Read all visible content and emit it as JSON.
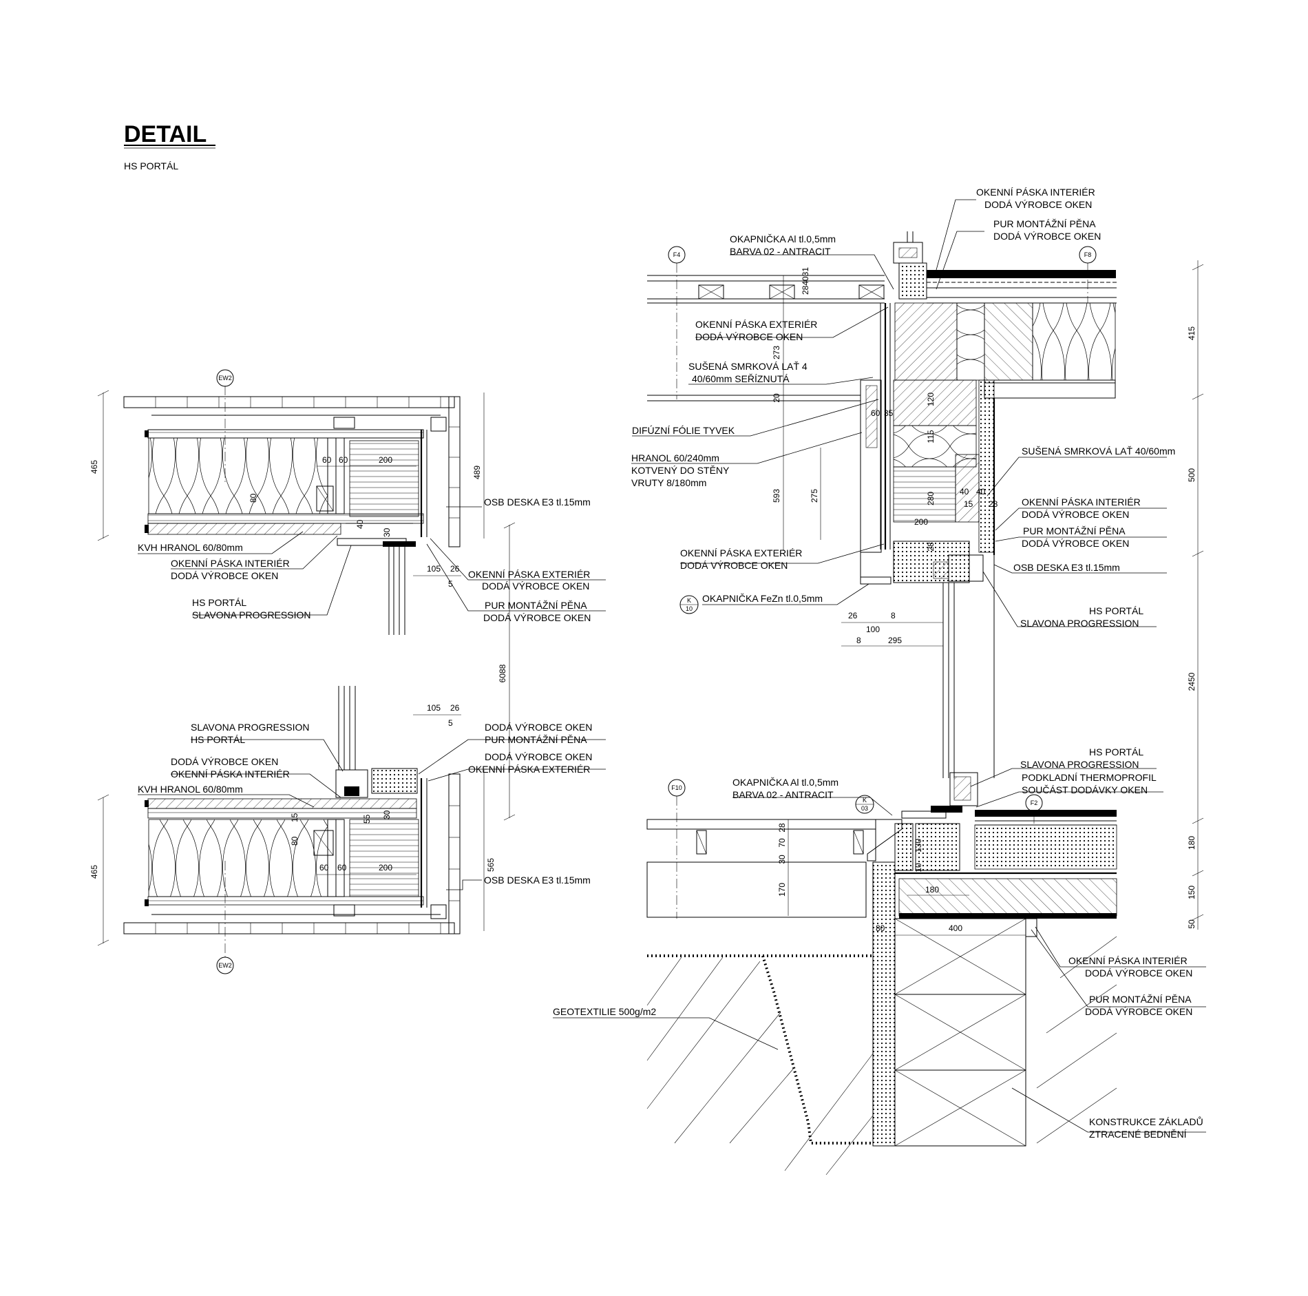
{
  "header": {
    "title": "DETAIL",
    "subtitle": "HS PORTÁL"
  },
  "axis_tags": {
    "ew2": "EW2",
    "f4": "F4",
    "f8": "F8",
    "f10": "F10",
    "f2": "F2",
    "k10_k": "K",
    "k10_n": "10",
    "k03_k": "K",
    "k03_n": "03"
  },
  "plan_top": {
    "osb": "OSB DESKA E3 tl.15mm",
    "kvh": "KVH HRANOL 60/80mm",
    "tape_int_1": "OKENNÍ PÁSKA INTERIÉR",
    "tape_int_2": "DODÁ VÝROBCE OKEN",
    "portal_1": "HS PORTÁL",
    "portal_2": "SLAVONA PROGRESSION",
    "tape_ext_1": "OKENNÍ PÁSKA EXTERIÉR",
    "tape_ext_2": "DODÁ VÝROBCE OKEN",
    "pur_1": "PUR MONTÁŽNÍ PĚNA",
    "pur_2": "DODÁ VÝROBCE OKEN"
  },
  "plan_bottom": {
    "portal_1": "SLAVONA PROGRESSION",
    "portal_2": "HS PORTÁL",
    "tape_int_1": "DODÁ VÝROBCE OKEN",
    "tape_int_2": "OKENNÍ PÁSKA INTERIÉR",
    "kvh": "KVH HRANOL 60/80mm",
    "pur_1": "DODÁ VÝROBCE OKEN",
    "pur_2": "PUR MONTÁŽNÍ PĚNA",
    "tape_ext_1": "DODÁ VÝROBCE OKEN",
    "tape_ext_2": "OKENNÍ PÁSKA EXTERIÉR",
    "osb": "OSB DESKA E3 tl.15mm"
  },
  "section": {
    "tape_int_top_1": "OKENNÍ PÁSKA INTERIÉR",
    "tape_int_top_2": "DODÁ VÝROBCE OKEN",
    "pur_top_1": "PUR MONTÁŽNÍ PĚNA",
    "pur_top_2": "DODÁ VÝROBCE OKEN",
    "drip_top_1": "OKAPNIČKA Al tl.0,5mm",
    "drip_top_2": "BARVA 02 - ANTRACIT",
    "tape_ext_top_1": "OKENNÍ PÁSKA EXTERIÉR",
    "tape_ext_top_2": "DODÁ VÝROBCE OKEN",
    "batten_1": "SUŠENÁ SMRKOVÁ LAŤ 4",
    "batten_2": "40/60mm SEŘÍZNUTÁ",
    "tyvek": "DIFÚZNÍ FÓLIE TYVEK",
    "beam_1": "HRANOL 60/240mm",
    "beam_2": "KOTVENÝ DO STĚNY",
    "beam_3": "VRUTY 8/180mm",
    "batten_right": "SUŠENÁ SMRKOVÁ LAŤ 40/60mm",
    "tape_int_mid_1": "OKENNÍ PÁSKA INTERIÉR",
    "tape_int_mid_2": "DODÁ VÝROBCE OKEN",
    "pur_mid_1": "PUR MONTÁŽNÍ PĚNA",
    "pur_mid_2": "DODÁ VÝROBCE OKEN",
    "tape_ext_mid_1": "OKENNÍ PÁSKA EXTERIÉR",
    "tape_ext_mid_2": "DODÁ VÝROBCE OKEN",
    "osb": "OSB DESKA E3 tl.15mm",
    "drip_fezn": "OKAPNIČKA FeZn tl.0,5mm",
    "portal_mid_1": "HS PORTÁL",
    "portal_mid_2": "SLAVONA PROGRESSION",
    "portal_bot_1": "HS PORTÁL",
    "portal_bot_2": "SLAVONA PROGRESSION",
    "portal_bot_3": "PODKLADNÍ THERMOPROFIL",
    "portal_bot_4": "SOUČÁST DODÁVKY OKEN",
    "drip_bot_1": "OKAPNIČKA Al tl.0,5mm",
    "drip_bot_2": "BARVA 02 - ANTRACIT",
    "tape_int_bot_1": "OKENNÍ PÁSKA INTERIÉR",
    "tape_int_bot_2": "DODÁ VÝROBCE OKEN",
    "pur_bot_1": "PUR MONTÁŽNÍ PĚNA",
    "pur_bot_2": "DODÁ VÝROBCE OKEN",
    "geotextile": "GEOTEXTILIE 500g/m2",
    "foundation_1": "KONSTRUKCE ZÁKLADŮ",
    "foundation_2": "ZTRACENÉ BEDNĚNÍ"
  },
  "dims": {
    "d465": "465",
    "d489": "489",
    "d60": "60",
    "d200": "200",
    "d80": "80",
    "d40": "40",
    "d30": "30",
    "d105": "105",
    "d26": "26",
    "d5": "5",
    "d6088": "6088",
    "d55": "55",
    "d565": "565",
    "d15": "15",
    "d284031": "284031",
    "d273": "273",
    "d20": "20",
    "d593": "593",
    "d275": "275",
    "d35": "35",
    "d120": "120",
    "d115": "115",
    "d280": "280",
    "d28": "28",
    "d8": "8",
    "d100": "100",
    "d295": "295",
    "d415": "415",
    "d500": "500",
    "d2450": "2450",
    "d180": "180",
    "d150": "150",
    "d50": "50",
    "d70": "70",
    "d170": "170",
    "d130": "130",
    "d10": "10",
    "d400": "400"
  }
}
